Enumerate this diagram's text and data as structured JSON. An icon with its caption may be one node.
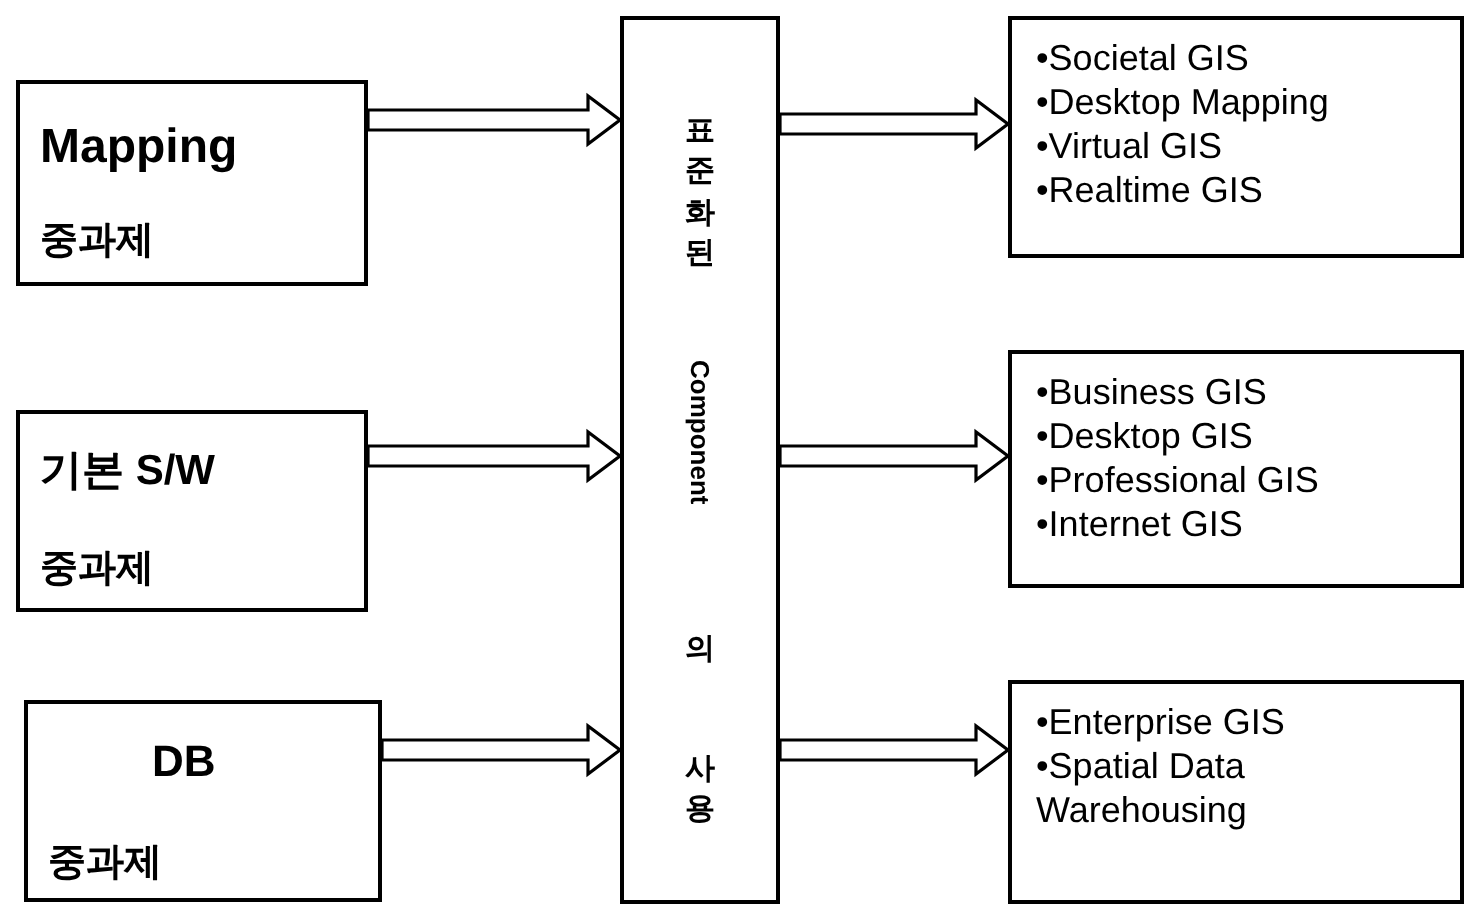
{
  "diagram": {
    "nodes": [
      {
        "text": [
          "Mapping",
          "중과제"
        ]
      },
      {
        "text": [
          "기본 S/W",
          "중과제"
        ]
      },
      {
        "text": [
          "DB",
          "중과제"
        ]
      },
      {
        "text": [
          "표준화된",
          "Component",
          "의",
          "사용"
        ]
      },
      {
        "text": [
          "•Societal GIS",
          "•Desktop Mapping",
          "•Virtual GIS",
          "•Realtime GIS"
        ]
      },
      {
        "text": [
          "•Business GIS",
          "•Desktop GIS",
          "•Professional GIS",
          "•Internet GIS"
        ]
      },
      {
        "text": [
          "•Enterprise GIS",
          "•Spatial Data Warehousing"
        ]
      }
    ],
    "edges": [
      {
        "from": 0,
        "to": 3,
        "arrow": "to"
      },
      {
        "from": 1,
        "to": 3,
        "arrow": "to"
      },
      {
        "from": 2,
        "to": 3,
        "arrow": "to"
      },
      {
        "from": 3,
        "to": 4,
        "arrow": "to"
      },
      {
        "from": 3,
        "to": 5,
        "arrow": "to"
      },
      {
        "from": 3,
        "to": 6,
        "arrow": "to"
      }
    ]
  }
}
